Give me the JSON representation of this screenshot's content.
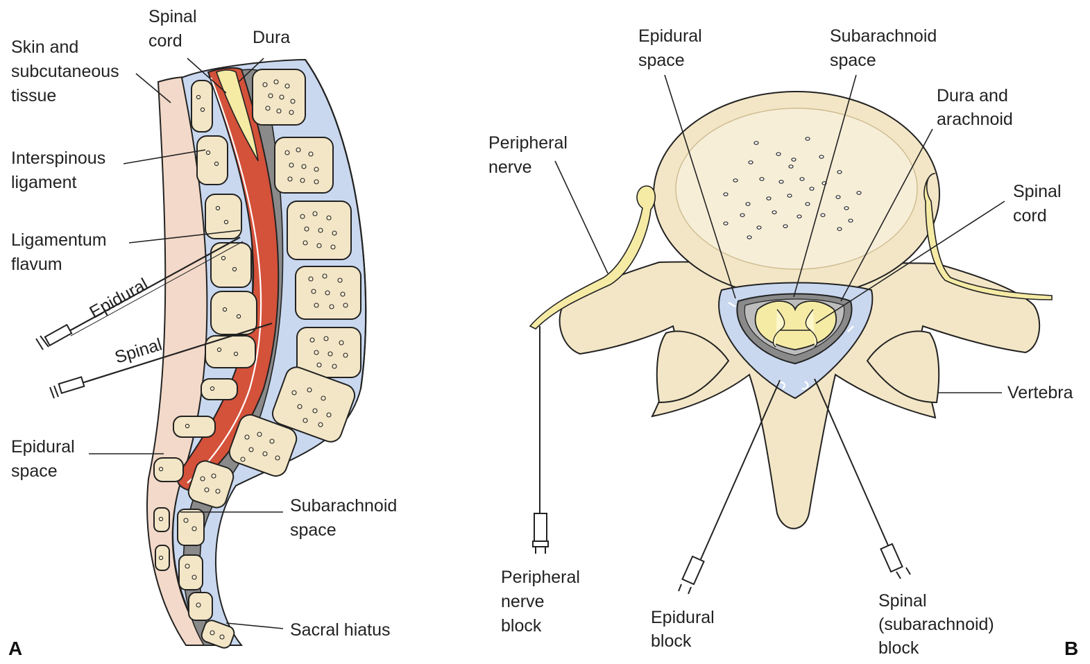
{
  "panels": {
    "a": "A",
    "b": "B"
  },
  "panel_a": {
    "skin": [
      "Skin and",
      "subcutaneous",
      "tissue"
    ],
    "spinal_cord": [
      "Spinal",
      "cord"
    ],
    "dura": [
      "Dura"
    ],
    "interspinous": [
      "Interspinous",
      "ligament"
    ],
    "ligamentum": [
      "Ligamentum",
      "flavum"
    ],
    "epidural_needle": "Epidural",
    "spinal_needle": "Spinal",
    "epidural_space": [
      "Epidural",
      "space"
    ],
    "subarachnoid_space": [
      "Subarachnoid",
      "space"
    ],
    "sacral_hiatus": [
      "Sacral hiatus"
    ]
  },
  "panel_b": {
    "epidural_space": [
      "Epidural",
      "space"
    ],
    "subarachnoid_space": [
      "Subarachnoid",
      "space"
    ],
    "dura_arachnoid": [
      "Dura and",
      "arachnoid"
    ],
    "peripheral_nerve": [
      "Peripheral",
      "nerve"
    ],
    "spinal_cord": [
      "Spinal",
      "cord"
    ],
    "vertebra": [
      "Vertebra"
    ],
    "peripheral_block": [
      "Peripheral",
      "nerve",
      "block"
    ],
    "epidural_block": [
      "Epidural",
      "block"
    ],
    "spinal_block": [
      "Spinal",
      "(subarachnoid)",
      "block"
    ]
  },
  "colors": {
    "skin": "#f3d9c9",
    "csf": "#c9d8ef",
    "bone": "#f3e6c6",
    "cord": "#f5eba5",
    "dura_red": "#d4513a",
    "dura_gray": "#8a8a8a"
  }
}
